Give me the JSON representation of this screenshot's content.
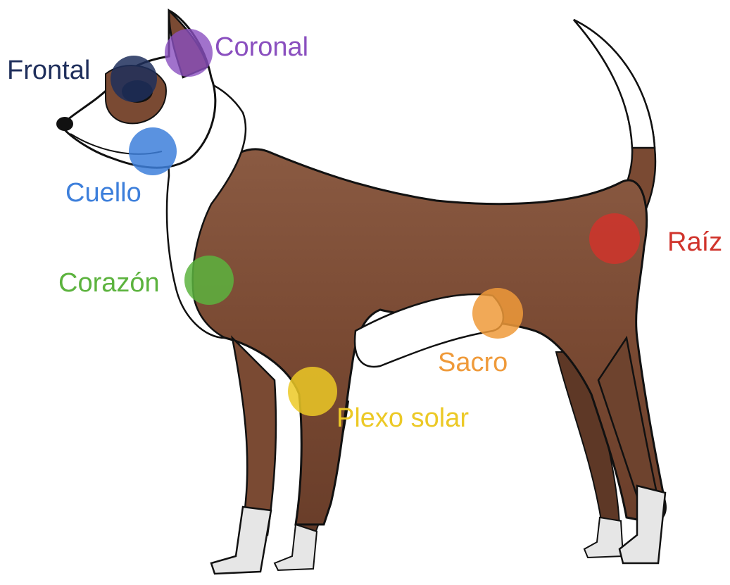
{
  "diagram": {
    "dog": {
      "body_color": "#7a4a33",
      "white_color": "#ffffff",
      "outline_color": "#111111"
    },
    "chakras": [
      {
        "id": "frontal",
        "label": "Frontal",
        "color": "#1f2f5c"
      },
      {
        "id": "coronal",
        "label": "Coronal",
        "color": "#8a4fbf"
      },
      {
        "id": "cuello",
        "label": "Cuello",
        "color": "#3d7fdb"
      },
      {
        "id": "corazon",
        "label": "Corazón",
        "color": "#5cb33e"
      },
      {
        "id": "raiz",
        "label": "Raíz",
        "color": "#d0342c"
      },
      {
        "id": "sacro",
        "label": "Sacro",
        "color": "#ef9a3a"
      },
      {
        "id": "plexo-solar",
        "label": "Plexo solar",
        "color": "#ecc926"
      }
    ]
  }
}
